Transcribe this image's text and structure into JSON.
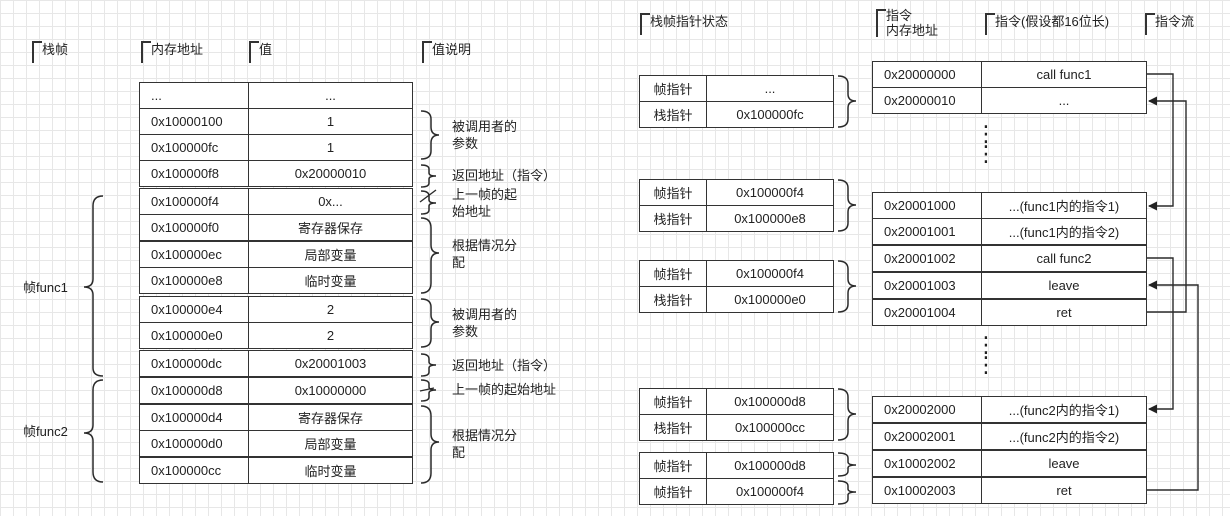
{
  "headers": {
    "frame": "栈帧",
    "address": "内存地址",
    "value": "值",
    "value_desc": "值说明",
    "pointer_state": "栈帧指针状态",
    "instr_address": "指令\n内存地址",
    "instruction": "指令(假设都16位长)",
    "instr_flow": "指令流"
  },
  "stack_table": [
    {
      "addr": "...",
      "value": "..."
    },
    {
      "addr": "0x10000100",
      "value": "1"
    },
    {
      "addr": "0x100000fc",
      "value": "1"
    },
    {
      "addr": "0x100000f8",
      "value": "0x20000010"
    },
    {
      "addr": "0x100000f4",
      "value": "0x..."
    },
    {
      "addr": "0x100000f0",
      "value": "寄存器保存"
    },
    {
      "addr": "0x100000ec",
      "value": "局部变量"
    },
    {
      "addr": "0x100000e8",
      "value": "临时变量"
    },
    {
      "addr": "0x100000e4",
      "value": "2"
    },
    {
      "addr": "0x100000e0",
      "value": "2"
    },
    {
      "addr": "0x100000dc",
      "value": "0x20001003"
    },
    {
      "addr": "0x100000d8",
      "value": "0x10000000"
    },
    {
      "addr": "0x100000d4",
      "value": "寄存器保存"
    },
    {
      "addr": "0x100000d0",
      "value": "局部变量"
    },
    {
      "addr": "0x100000cc",
      "value": "临时变量"
    }
  ],
  "value_notes": [
    "被调用者的\n参数",
    "返回地址（指令）",
    "上一帧的起\n始地址",
    "根据情况分\n配",
    "被调用者的\n参数",
    "返回地址（指令）",
    "上一帧的起始地址",
    "根据情况分\n配"
  ],
  "frame_labels": [
    "帧func1",
    "帧func2"
  ],
  "pointer_groups": [
    [
      {
        "label": "帧指针",
        "value": "..."
      },
      {
        "label": "栈指针",
        "value": "0x100000fc"
      }
    ],
    [
      {
        "label": "帧指针",
        "value": "0x100000f4"
      },
      {
        "label": "栈指针",
        "value": "0x100000e8"
      }
    ],
    [
      {
        "label": "帧指针",
        "value": "0x100000f4"
      },
      {
        "label": "栈指针",
        "value": "0x100000e0"
      }
    ],
    [
      {
        "label": "帧指针",
        "value": "0x100000d8"
      },
      {
        "label": "栈指针",
        "value": "0x100000cc"
      }
    ],
    [
      {
        "label": "帧指针",
        "value": "0x100000d8"
      },
      {
        "label": "帧指针",
        "value": "0x100000f4"
      }
    ]
  ],
  "instruction_groups": [
    [
      {
        "addr": "0x20000000",
        "instr": "call func1"
      },
      {
        "addr": "0x20000010",
        "instr": "..."
      }
    ],
    [
      {
        "addr": "0x20001000",
        "instr": "...(func1内的指令1)"
      },
      {
        "addr": "0x20001001",
        "instr": "...(func1内的指令2)"
      },
      {
        "addr": "0x20001002",
        "instr": "call func2"
      },
      {
        "addr": "0x20001003",
        "instr": "leave"
      },
      {
        "addr": "0x20001004",
        "instr": "ret"
      }
    ],
    [
      {
        "addr": "0x20002000",
        "instr": "...(func2内的指令1)"
      },
      {
        "addr": "0x20002001",
        "instr": "...(func2内的指令2)"
      },
      {
        "addr": "0x10002002",
        "instr": "leave"
      },
      {
        "addr": "0x10002003",
        "instr": "ret"
      }
    ]
  ],
  "continuation": "⋮"
}
